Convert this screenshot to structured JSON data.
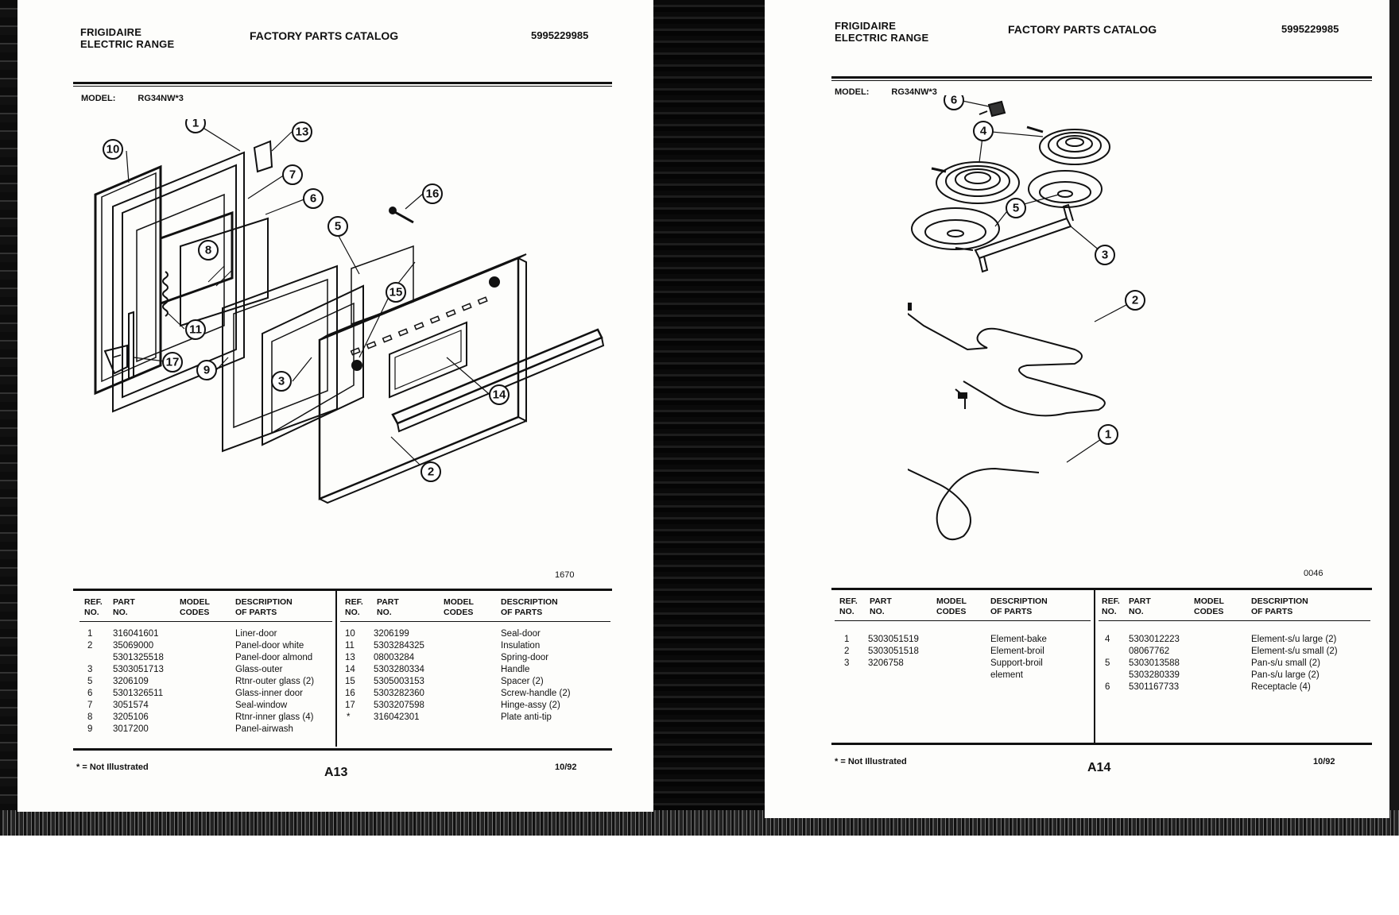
{
  "left_page": {
    "brand": [
      "FRIGIDAIRE",
      "ELECTRIC RANGE"
    ],
    "catalog_title": "FACTORY PARTS CATALOG",
    "catalog_number": "5995229985",
    "model_label": "MODEL:",
    "model_value": "RG34NW*3",
    "diagram_code": "1670",
    "diagram_callouts": [
      "1",
      "2",
      "3",
      "5",
      "6",
      "7",
      "8",
      "9",
      "10",
      "11",
      "13",
      "14",
      "15",
      "16",
      "17"
    ],
    "table_headers": {
      "ref": "REF.\nNO.",
      "part": "PART\nNO.",
      "model_codes": "MODEL\nCODES",
      "description": "DESCRIPTION\nOF PARTS"
    },
    "parts_left": [
      {
        "ref": "1",
        "part": "316041601",
        "desc": "Liner-door"
      },
      {
        "ref": "2",
        "part": "35069000",
        "desc": "Panel-door white"
      },
      {
        "ref": "",
        "part": "5301325518",
        "desc": "Panel-door almond"
      },
      {
        "ref": "3",
        "part": "5303051713",
        "desc": "Glass-outer"
      },
      {
        "ref": "5",
        "part": "3206109",
        "desc": "Rtnr-outer glass (2)"
      },
      {
        "ref": "6",
        "part": "5301326511",
        "desc": "Glass-inner door"
      },
      {
        "ref": "7",
        "part": "3051574",
        "desc": "Seal-window"
      },
      {
        "ref": "8",
        "part": "3205106",
        "desc": "Rtnr-inner glass (4)"
      },
      {
        "ref": "9",
        "part": "3017200",
        "desc": "Panel-airwash"
      }
    ],
    "parts_right": [
      {
        "ref": "10",
        "part": "3206199",
        "desc": "Seal-door"
      },
      {
        "ref": "11",
        "part": "5303284325",
        "desc": "Insulation"
      },
      {
        "ref": "13",
        "part": "08003284",
        "desc": "Spring-door"
      },
      {
        "ref": "14",
        "part": "5303280334",
        "desc": "Handle"
      },
      {
        "ref": "15",
        "part": "5305003153",
        "desc": "Spacer (2)"
      },
      {
        "ref": "16",
        "part": "5303282360",
        "desc": "Screw-handle (2)"
      },
      {
        "ref": "17",
        "part": "5303207598",
        "desc": "Hinge-assy (2)"
      },
      {
        "ref": "*",
        "part": "316042301",
        "desc": "Plate anti-tip"
      }
    ],
    "footnote": "* = Not Illustrated",
    "page_label": "A13",
    "date": "10/92"
  },
  "right_page": {
    "brand": [
      "FRIGIDAIRE",
      "ELECTRIC RANGE"
    ],
    "catalog_title": "FACTORY PARTS CATALOG",
    "catalog_number": "5995229985",
    "model_label": "MODEL:",
    "model_value": "RG34NW*3",
    "diagram_code": "0046",
    "diagram_callouts": [
      "1",
      "2",
      "3",
      "4",
      "5",
      "6"
    ],
    "table_headers": {
      "ref": "REF.\nNO.",
      "part": "PART\nNO.",
      "model_codes": "MODEL\nCODES",
      "description": "DESCRIPTION\nOF PARTS"
    },
    "parts_left": [
      {
        "ref": "1",
        "part": "5303051519",
        "desc": "Element-bake"
      },
      {
        "ref": "2",
        "part": "5303051518",
        "desc": "Element-broil"
      },
      {
        "ref": "3",
        "part": "3206758",
        "desc": "Support-broil"
      },
      {
        "ref": "",
        "part": "",
        "desc": "element"
      }
    ],
    "parts_right": [
      {
        "ref": "4",
        "part": "5303012223",
        "desc": "Element-s/u large (2)"
      },
      {
        "ref": "",
        "part": "08067762",
        "desc": "Element-s/u small (2)"
      },
      {
        "ref": "5",
        "part": "5303013588",
        "desc": "Pan-s/u small (2)"
      },
      {
        "ref": "",
        "part": "5303280339",
        "desc": "Pan-s/u large (2)"
      },
      {
        "ref": "6",
        "part": "5301167733",
        "desc": "Receptacle (4)"
      }
    ],
    "footnote": "* = Not Illustrated",
    "page_label": "A14",
    "date": "10/92"
  },
  "colors": {
    "ink": "#111111",
    "paper": "#fdfdfb",
    "scan_dark": "#0a0a0a"
  }
}
